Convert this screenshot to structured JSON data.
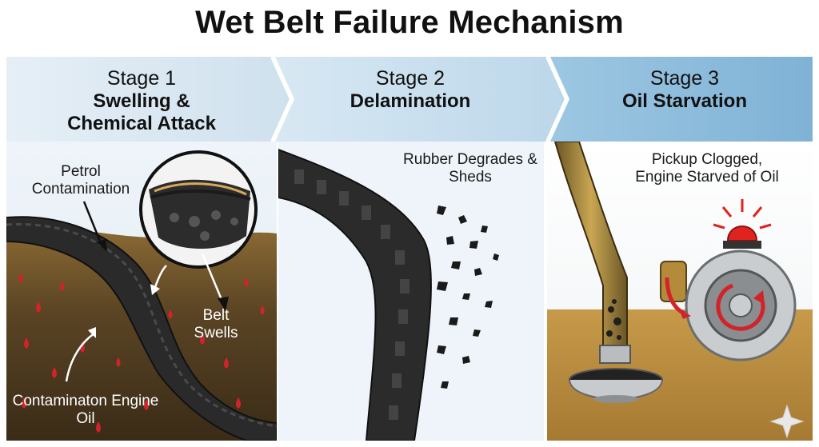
{
  "title": "Wet Belt Failure Mechanism",
  "stages": [
    {
      "stage": "Stage 1",
      "name": "Swelling & Chemical Attack",
      "labels": {
        "petrol": "Petrol Contamination",
        "swells": "Belt Swells",
        "oil": "Contaminaton Engine Oil"
      }
    },
    {
      "stage": "Stage 2",
      "name": "Delamination",
      "labels": {
        "rubber": "Rubber Degrades & Sheds"
      }
    },
    {
      "stage": "Stage 3",
      "name": "Oil Starvation",
      "labels": {
        "pickup": "Pickup Clogged, Engine Starved of Oil"
      }
    }
  ],
  "colors": {
    "header_left": "#dbe9f3",
    "header_mid": "#cce1ef",
    "header_right": "#8fbedc",
    "oil_dark": "#3e2f1c",
    "oil_light": "#b38a3e",
    "blood_drop": "#d2232a",
    "alarm": "#e0231f"
  },
  "icons": [
    "sparkle-icon",
    "warning-beacon-icon"
  ]
}
